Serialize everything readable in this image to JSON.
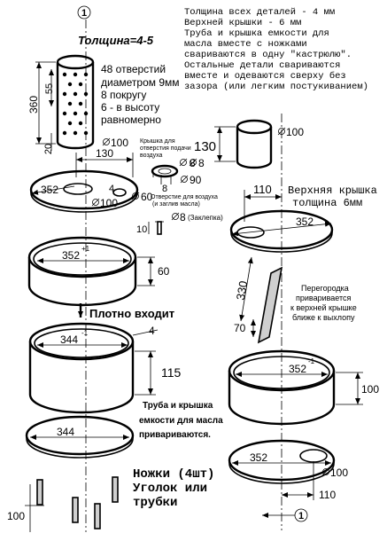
{
  "axis_marker": "1",
  "left": {
    "thickness": "Толщина=4-5",
    "holes_note": [
      "48 отверстий",
      "диаметром 9мм",
      "8 покругу",
      "6 - в высоту",
      "равномерно"
    ],
    "dim_360": "360",
    "dim_55": "55",
    "dim_20": "20",
    "dim_130": "130",
    "dia_100_a": "100",
    "lid_note": [
      "Крышка для",
      "отверстия подачи",
      "воздуха"
    ],
    "dim_8_a": "8",
    "dim_8_b": "8",
    "dia_90": "90",
    "dim_352_top": "352",
    "dim_4": "4",
    "dia_100_b": "100",
    "dia_60": "60",
    "air_hole_note": [
      "Отверстие для воздуха",
      "(и заглив масла)"
    ],
    "dia_8_c": "8",
    "rivet": "(Заклепка)",
    "dim_10": "10",
    "dim_352_ring": "352",
    "tol_plus1": "+1",
    "dim_60": "60",
    "tight_fit": "Плотно входит",
    "dim_344_ring": "344",
    "tol_minus1": "-1",
    "dim_4_b": "4",
    "dim_115": "115",
    "weld_note": [
      "Труба и крышка",
      "емкости для масла",
      "привариваются."
    ],
    "dim_344_bottom": "344",
    "legs_note": [
      "Ножки (4шт)",
      "Уголок или",
      "трубки"
    ],
    "dim_100_legs": "100"
  },
  "right": {
    "general_note": [
      "Толщина всех деталей - 4 мм",
      "Верхней крышки - 6 мм",
      "Труба и крышка емкости для",
      "масла вместе с ножками",
      "свариваются в одну \"кастрюлю\".",
      "Остальные детали свариваются",
      "вместе и одеваются сверху без",
      "зазора (или легким постукиванием)"
    ],
    "dim_130": "130",
    "dia_100": "100",
    "dia_8": "8",
    "dim_110_top": "110",
    "top_lid_note": [
      "Верхняя крышка",
      "толщина 6мм"
    ],
    "dim_352_lid": "352",
    "dim_330": "330",
    "dim_70": "70",
    "partition_note": [
      "Перегородка",
      "приваривается",
      "к верхней крышке",
      "ближе к выхлопу"
    ],
    "dim_352_ring": "352",
    "tol_minus1": "-1",
    "dim_100": "100",
    "dim_352_bottom": "352",
    "dia_100_bottom": "100",
    "dim_110_bottom": "110"
  }
}
